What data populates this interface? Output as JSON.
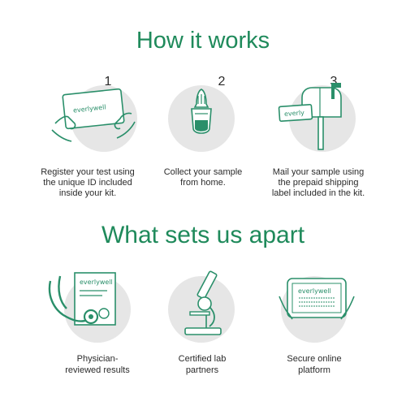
{
  "headings": {
    "how_it_works": "How it works",
    "apart": "What sets us apart"
  },
  "steps": [
    {
      "number": "1",
      "caption": [
        "Register your test using",
        "the unique ID included",
        "inside your kit."
      ],
      "icon": "hands-holding-card-icon",
      "brand": "everlywell"
    },
    {
      "number": "2",
      "caption": [
        "Collect your sample",
        "from home."
      ],
      "icon": "sample-dropper-icon"
    },
    {
      "number": "3",
      "caption": [
        "Mail your sample using",
        "the prepaid shipping",
        "label included in the kit."
      ],
      "icon": "mailbox-icon",
      "brand": "everly"
    }
  ],
  "features": [
    {
      "caption": [
        "Physician-",
        "reviewed results"
      ],
      "icon": "stethoscope-certificate-icon",
      "brand": "everlywell"
    },
    {
      "caption": [
        "Certified lab",
        "partners"
      ],
      "icon": "microscope-icon"
    },
    {
      "caption": [
        "Secure online",
        "platform"
      ],
      "icon": "tablet-icon",
      "brand": "everlywell"
    }
  ],
  "colors": {
    "accent": "#1f8a5b",
    "circle": "#e6e6e6",
    "line": "#2a8f6a"
  }
}
